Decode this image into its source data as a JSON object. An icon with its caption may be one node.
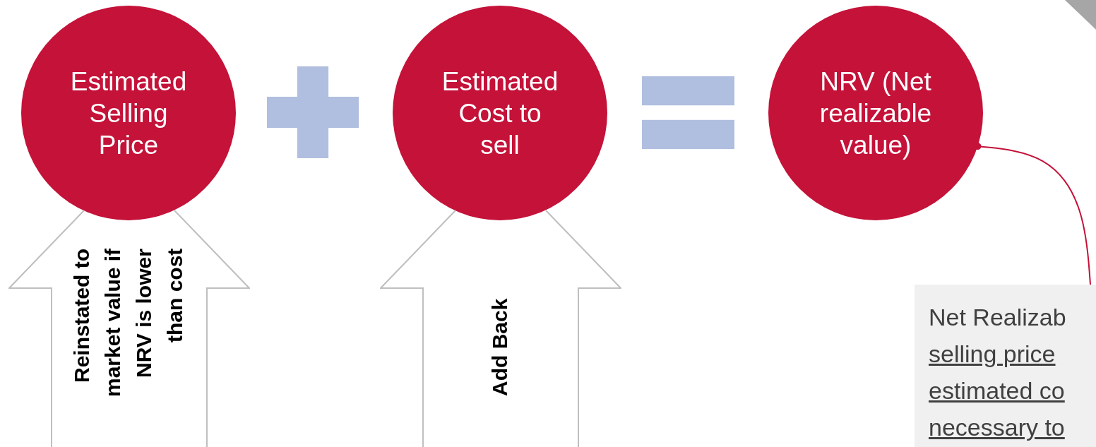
{
  "diagram": {
    "nodes": [
      {
        "text": [
          "Estimated Selling Price"
        ]
      },
      {
        "text": [],
        "shape": "plus"
      },
      {
        "text": [
          "Estimated Cost to sell"
        ]
      },
      {
        "text": [],
        "shape": "equals"
      },
      {
        "text": [
          "NRV (Net realizable value)"
        ]
      },
      {
        "text": [
          "Reinstated to market value if NRV is lower than cost"
        ]
      },
      {
        "text": [
          "Add Back"
        ]
      },
      {
        "text": [
          "Net Realizab",
          "selling price estimated co necessary to"
        ]
      }
    ],
    "edges": [
      {
        "from": 4,
        "to": 7,
        "arrow": "other"
      }
    ]
  }
}
